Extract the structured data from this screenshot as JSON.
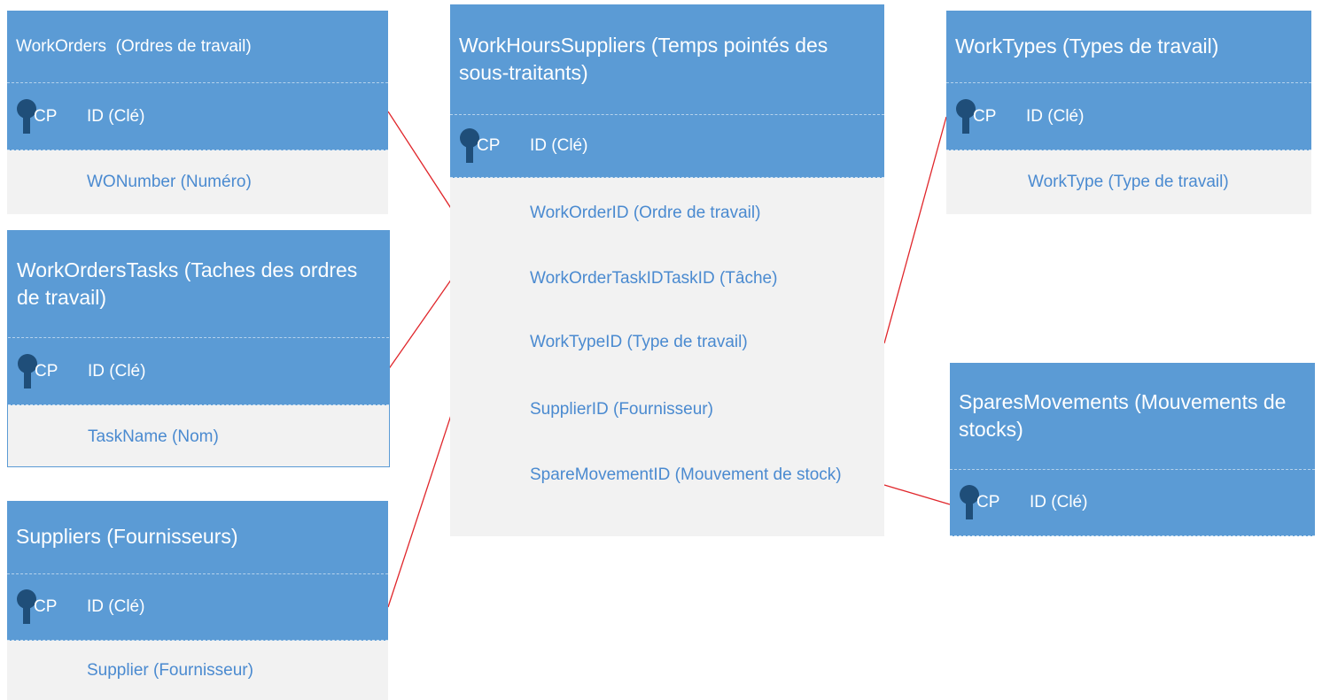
{
  "colors": {
    "header": "#5b9bd5",
    "body": "#f2f2f2",
    "field_text": "#4a8ad0",
    "relation_line": "#e0262b"
  },
  "key_icon": "key-icon",
  "tables": {
    "workorders": {
      "title": "WorkOrders  (Ordres de travail)",
      "pk_tag": "CP",
      "pk_label": "ID (Clé)",
      "fields": [
        "WONumber (Numéro)"
      ]
    },
    "workorderstasks": {
      "title": "WorkOrdersTasks (Taches des ordres de travail)",
      "pk_tag": "CP",
      "pk_label": "ID (Clé)",
      "fields": [
        "TaskName (Nom)"
      ]
    },
    "suppliers": {
      "title": "Suppliers (Fournisseurs)",
      "pk_tag": "CP",
      "pk_label": "ID (Clé)",
      "fields": [
        "Supplier (Fournisseur)"
      ]
    },
    "workhourssuppliers": {
      "title": "WorkHoursSuppliers (Temps pointés des sous-traitants)",
      "pk_tag": "CP",
      "pk_label": "ID (Clé)",
      "fields": [
        "WorkOrderID (Ordre de travail)",
        "WorkOrderTaskIDTaskID (Tâche)",
        "WorkTypeID (Type de travail)",
        "SupplierID (Fournisseur)",
        "SpareMovementID (Mouvement de stock)"
      ]
    },
    "worktypes": {
      "title": "WorkTypes (Types de travail)",
      "pk_tag": "CP",
      "pk_label": "ID (Clé)",
      "fields": [
        "WorkType (Type de travail)"
      ]
    },
    "sparesmovements": {
      "title": "SparesMovements (Mouvements de stocks)",
      "pk_tag": "CP",
      "pk_label": "ID (Clé)",
      "fields": []
    }
  }
}
